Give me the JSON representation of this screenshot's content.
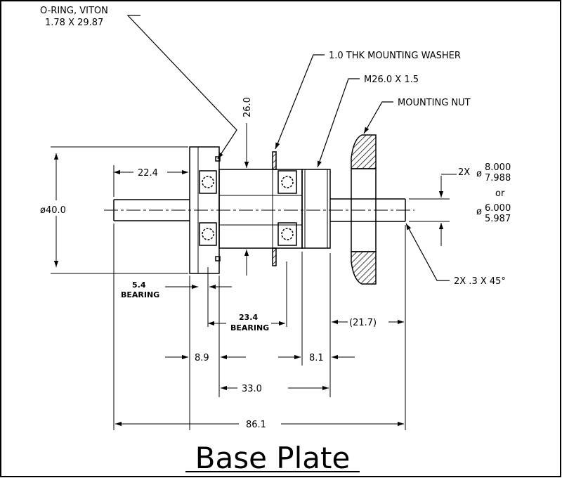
{
  "title": "Base Plate",
  "callouts": {
    "oring_line1": "O-RING, VITON",
    "oring_line2": "1.78 X 29.87",
    "washer": "1.0 THK MOUNTING WASHER",
    "thread": "M26.0 X 1.5",
    "nut": "MOUNTING NUT",
    "chamfer": "2X .3 X 45°"
  },
  "tolerance": {
    "prefix": "2X",
    "dia_symbol": "ø",
    "upper_max": "8.000",
    "upper_min": "7.988",
    "or": "or",
    "lower_max": "6.000",
    "lower_min": "5.987"
  },
  "dimensions": {
    "dia40": "ø40.0",
    "d22_4": "22.4",
    "d26_0": "26.0",
    "d5_4": "5.4",
    "bearing_a": "BEARING",
    "d23_4": "23.4",
    "bearing_b": "BEARING",
    "d21_7": "(21.7)",
    "d8_9": "8.9",
    "d8_1": "8.1",
    "d33_0": "33.0",
    "d86_1": "86.1"
  }
}
